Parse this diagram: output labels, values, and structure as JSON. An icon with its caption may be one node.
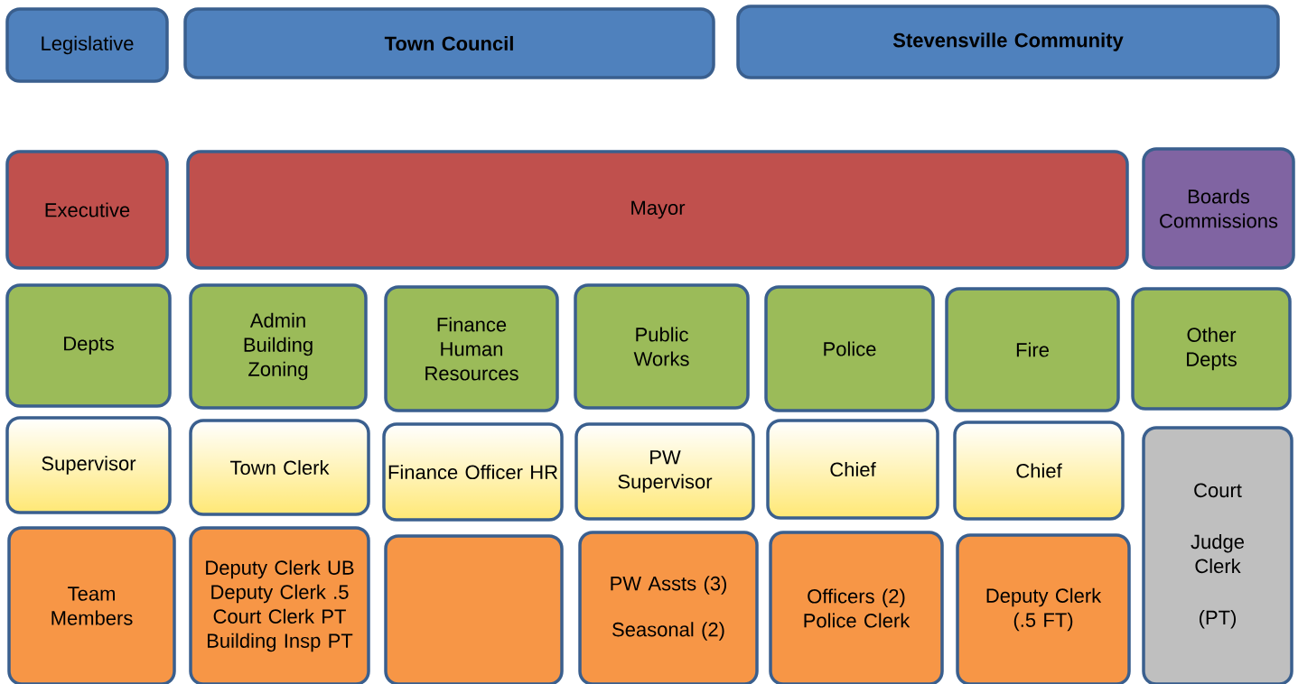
{
  "diagram": {
    "nodes": [
      {
        "text": [
          "Legislative"
        ]
      },
      {
        "text": [
          "Town Council"
        ]
      },
      {
        "text": [
          "Stevensville Community"
        ]
      },
      {
        "text": [
          "Executive"
        ]
      },
      {
        "text": [
          "Mayor"
        ]
      },
      {
        "text": [
          "Boards Commissions"
        ]
      },
      {
        "text": [
          "Depts"
        ]
      },
      {
        "text": [
          "Admin Building Zoning"
        ]
      },
      {
        "text": [
          "Finance Human Resources"
        ]
      },
      {
        "text": [
          "Public Works"
        ]
      },
      {
        "text": [
          "Police"
        ]
      },
      {
        "text": [
          "Fire"
        ]
      },
      {
        "text": [
          "Other Depts"
        ]
      },
      {
        "text": [
          "Supervisor"
        ]
      },
      {
        "text": [
          "Town Clerk"
        ]
      },
      {
        "text": [
          "Finance Officer HR"
        ]
      },
      {
        "text": [
          "PW Supervisor"
        ]
      },
      {
        "text": [
          "Chief"
        ]
      },
      {
        "text": [
          "Chief"
        ]
      },
      {
        "text": [
          "Court",
          "Judge Clerk",
          "(PT)"
        ]
      },
      {
        "text": [
          "Team Members"
        ]
      },
      {
        "text": [
          "Deputy Clerk UB",
          "Deputy Clerk .5",
          "Court Clerk PT",
          "Building Insp PT"
        ]
      },
      {
        "text": [],
        "shape": "box"
      },
      {
        "text": [
          "PW Assts (3)",
          "Seasonal (2)"
        ]
      },
      {
        "text": [
          "Officers (2)",
          "Police Clerk"
        ]
      },
      {
        "text": [
          "Deputy Clerk",
          "(.5 FT)"
        ]
      }
    ]
  }
}
